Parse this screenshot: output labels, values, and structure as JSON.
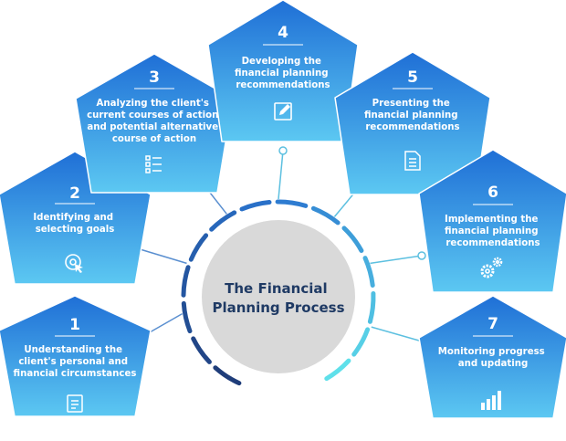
{
  "diagram": {
    "title_lines": [
      "The Financial",
      "Planning Process"
    ],
    "steps": [
      {
        "number": "1",
        "label_lines": [
          "Understanding the",
          "client's personal and",
          "financial circumstances"
        ],
        "icon": "document-form-icon"
      },
      {
        "number": "2",
        "label_lines": [
          "Identifying and",
          "selecting goals"
        ],
        "icon": "target-cursor-icon"
      },
      {
        "number": "3",
        "label_lines": [
          "Analyzing the client's",
          "current courses of action",
          "and potential alternative",
          "course of action"
        ],
        "icon": "checklist-icon"
      },
      {
        "number": "4",
        "label_lines": [
          "Developing the",
          "financial planning",
          "recommendations"
        ],
        "icon": "edit-square-icon"
      },
      {
        "number": "5",
        "label_lines": [
          "Presenting  the",
          "financial planning",
          "recommendations"
        ],
        "icon": "document-icon"
      },
      {
        "number": "6",
        "label_lines": [
          "Implementing the",
          "financial planning",
          "recommendations"
        ],
        "icon": "gears-icon"
      },
      {
        "number": "7",
        "label_lines": [
          "Monitoring progress",
          "and updating"
        ],
        "icon": "bar-chart-icon"
      }
    ],
    "colors": {
      "pentagon_top": "#1f6fd6",
      "pentagon_bottom": "#5cc8f2",
      "circle_fill": "#d9d9d9",
      "title_text": "#1f3a64",
      "connector": "#5a8fd0",
      "ring_dark": "#1f3d7a",
      "ring_mid": "#2a74cf",
      "ring_light": "#5fe0ea"
    }
  }
}
